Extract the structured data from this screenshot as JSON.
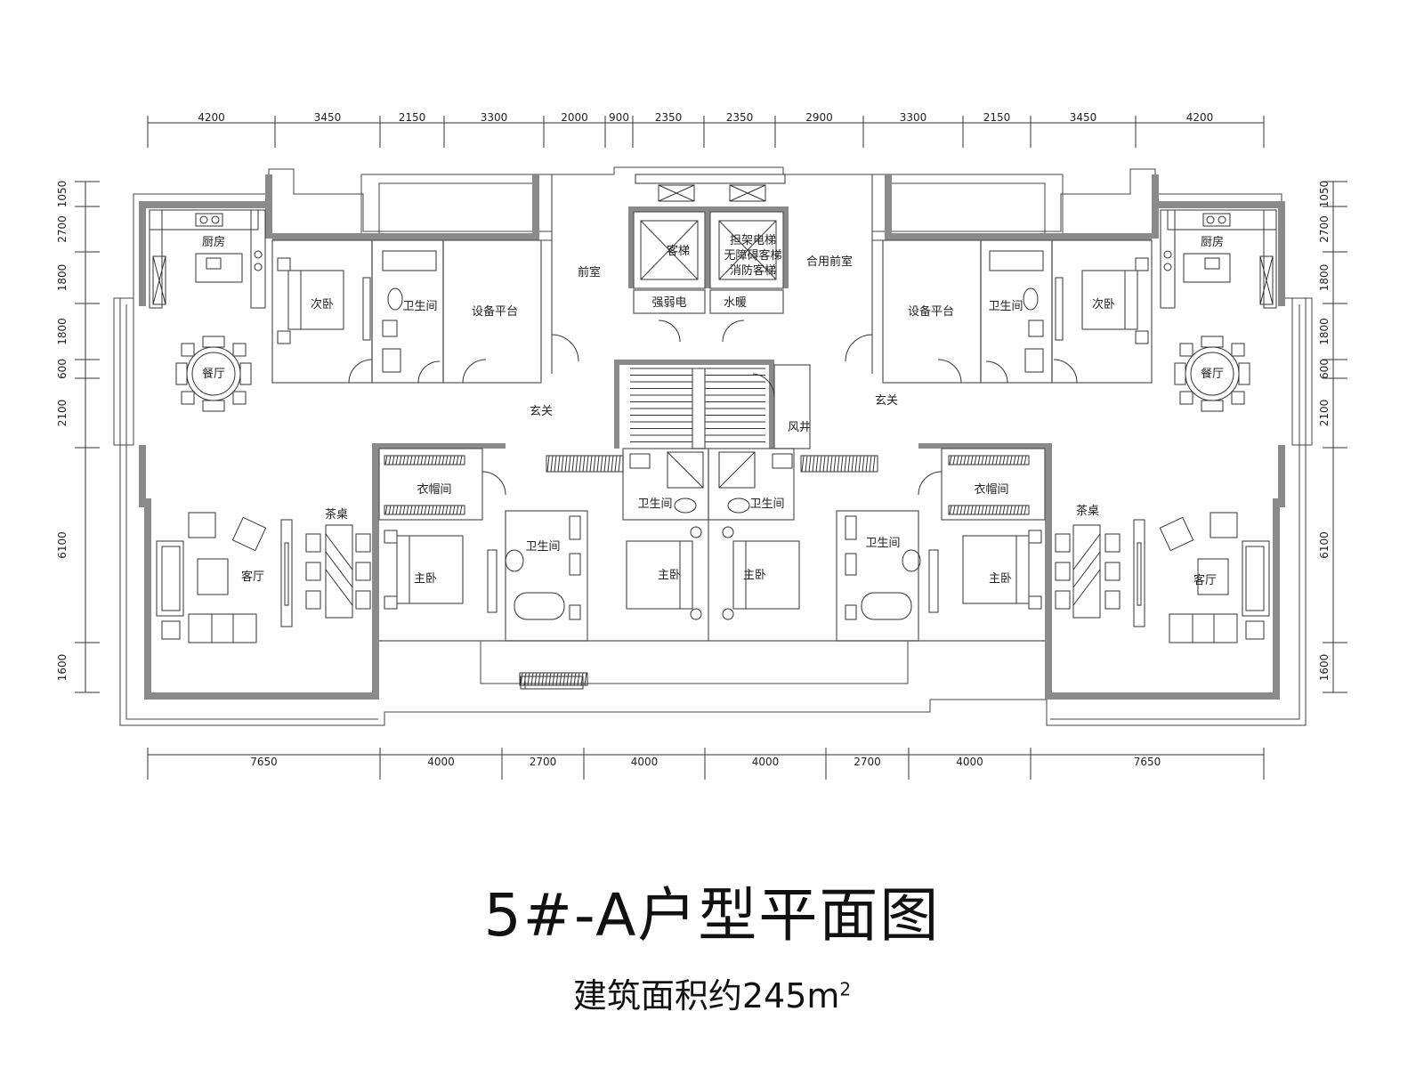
{
  "title": "5#-A户型平面图",
  "area_prefix": "建筑面积约245m",
  "area_sup": "2",
  "dims_top": [
    "4200",
    "3450",
    "2150",
    "3300",
    "2000",
    "900",
    "2350",
    "2350",
    "2900",
    "3300",
    "2150",
    "3450",
    "4200"
  ],
  "dims_bottom": [
    "7650",
    "4000",
    "2700",
    "4000",
    "4000",
    "2700",
    "4000",
    "7650"
  ],
  "dims_left": [
    "1050",
    "2700",
    "1800",
    "1800",
    "600",
    "2100",
    "6100",
    "1600"
  ],
  "dims_right": [
    "1050",
    "2700",
    "1800",
    "1800",
    "600",
    "2100",
    "6100",
    "1600"
  ],
  "rooms": {
    "kitchen_l": "厨房",
    "second_bed_l": "次卧",
    "bath_l": "卫生间",
    "equip_l": "设备平台",
    "dining_l": "餐厅",
    "foyer_l": "玄关",
    "closet_l": "衣帽间",
    "tea_l": "茶桌",
    "living_l": "客厅",
    "bath2_l": "卫生间",
    "master_l": "主卧",
    "front_room": "前室",
    "passenger_elevator": "客梯",
    "fire_elevator": "担架电梯\n无障碍客梯\n消防客梯",
    "shared_front": "合用前室",
    "power": "强弱电",
    "hvac": "水暖",
    "shaft": "风井",
    "bath_cl": "卫生间",
    "bath_cr": "卫生间",
    "master_cl": "主卧",
    "master_cr": "主卧",
    "kitchen_r": "厨房",
    "second_bed_r": "次卧",
    "bath_r": "卫生间",
    "equip_r": "设备平台",
    "dining_r": "餐厅",
    "foyer_r": "玄关",
    "closet_r": "衣帽间",
    "tea_r": "茶桌",
    "living_r": "客厅",
    "bath2_r": "卫生间",
    "master_r": "主卧"
  }
}
